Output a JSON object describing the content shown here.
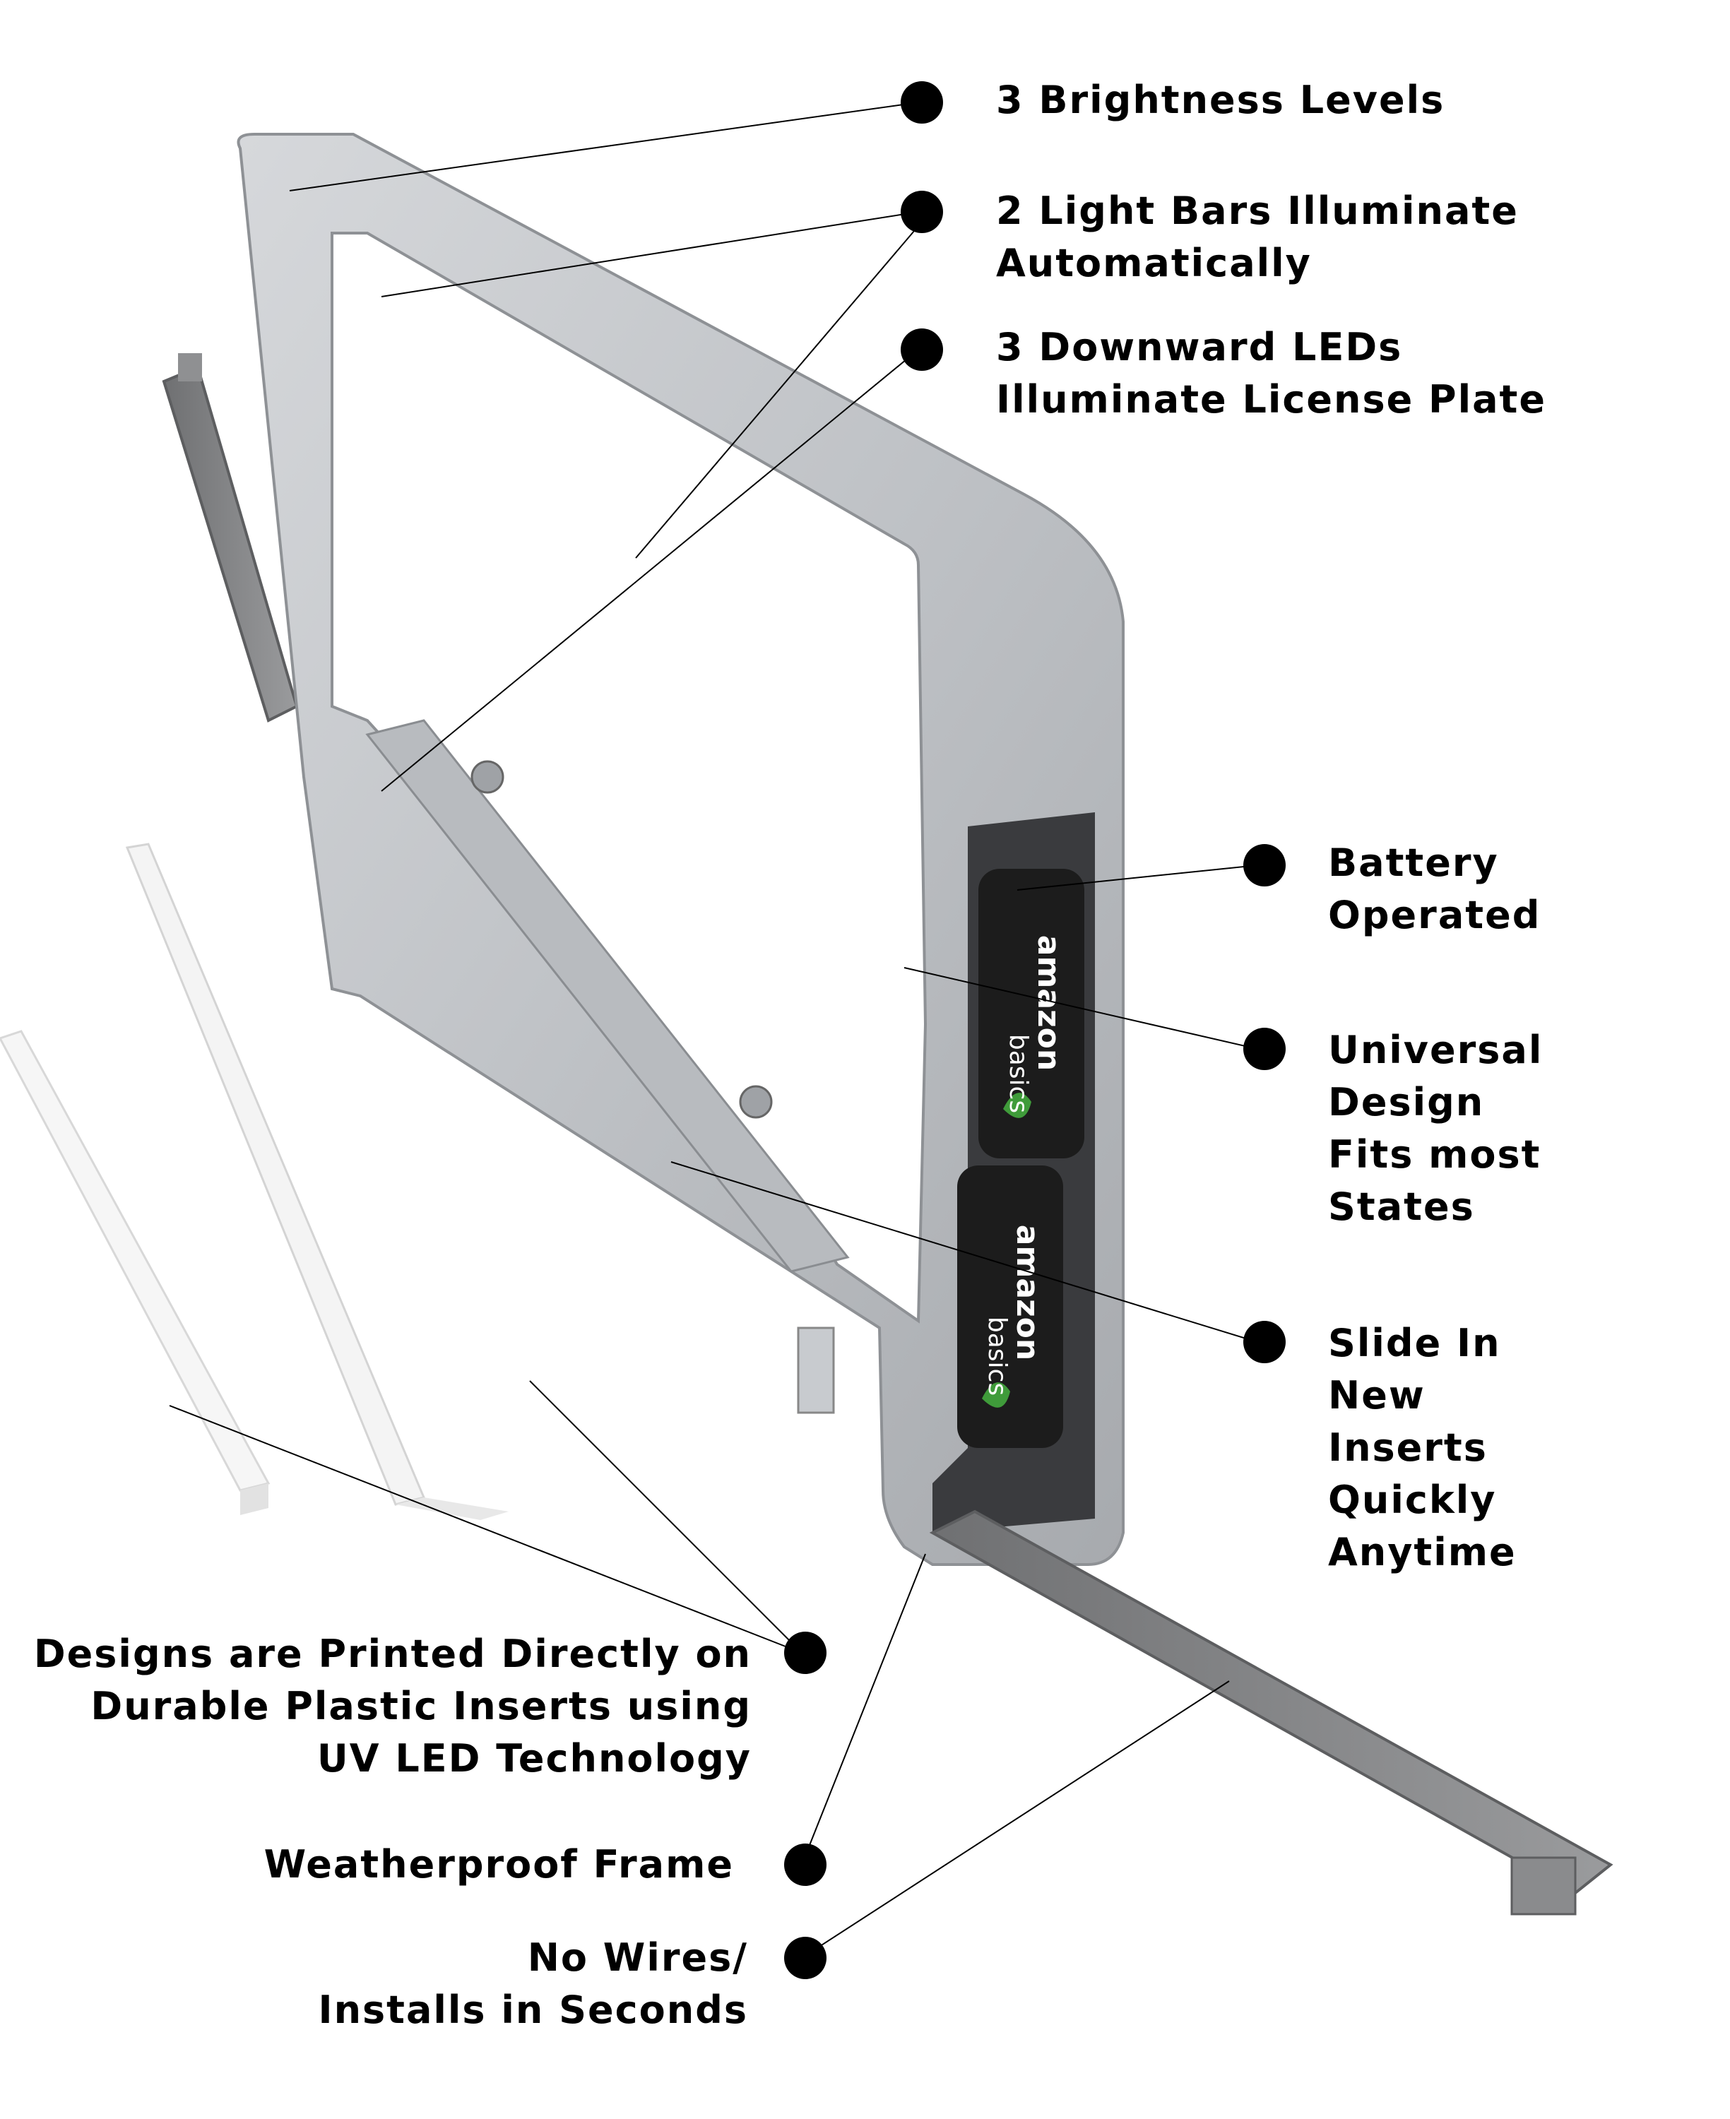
{
  "colors": {
    "frame_silver": "#bfc2c6",
    "frame_shadow": "#8e9195",
    "inner_dark": "#3a3b3e",
    "door_gray": "#8a8b8d",
    "battery_black": "#1c1c1c",
    "leaf_green": "#3f9b3a",
    "text": "#000000",
    "dot": "#000000"
  },
  "battery_labels": {
    "brand_top": "amazon",
    "brand_bottom": "basics"
  },
  "callouts": {
    "brightness": [
      "3 Brightness Levels"
    ],
    "light_bars": [
      "2 Light Bars Illuminate",
      "Automatically"
    ],
    "downward_leds": [
      "3 Downward LEDs",
      "Illuminate License Plate"
    ],
    "battery": [
      "Battery",
      "Operated"
    ],
    "universal": [
      "Universal",
      "Design",
      "Fits most",
      "States"
    ],
    "slide_in": [
      "Slide In",
      "New",
      "Inserts",
      "Quickly",
      "Anytime"
    ],
    "designs": [
      "Designs are Printed Directly on",
      "Durable Plastic Inserts using",
      "UV LED Technology"
    ],
    "weatherproof": [
      "Weatherproof Frame"
    ],
    "no_wires": [
      "No Wires/",
      "Installs in Seconds"
    ]
  }
}
